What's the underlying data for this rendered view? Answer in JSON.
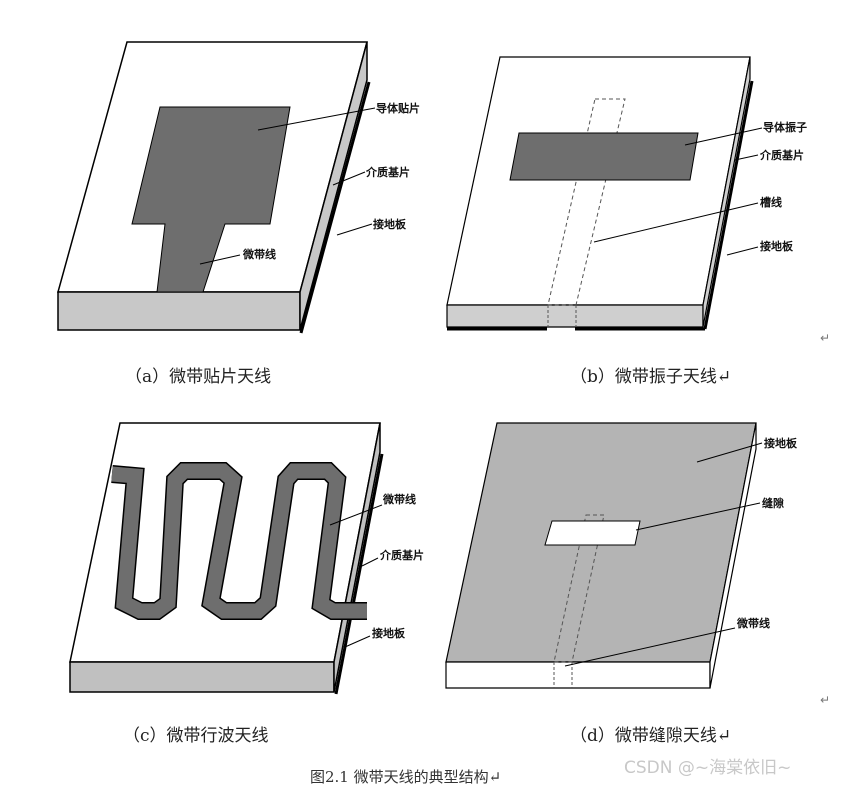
{
  "panels": {
    "a": {
      "caption": "（a）微带贴片天线",
      "labels": {
        "patch": "导体贴片",
        "substrate": "介质基片",
        "ground": "接地板",
        "feed": "微带线"
      }
    },
    "b": {
      "caption": "（b）微带振子天线↵",
      "labels": {
        "dipole": "导体振子",
        "substrate": "介质基片",
        "slot": "槽线",
        "ground": "接地板"
      }
    },
    "c": {
      "caption": "（c）微带行波天线",
      "labels": {
        "line": "微带线",
        "substrate": "介质基片",
        "ground": "接地板"
      }
    },
    "d": {
      "caption": "（d）微带缝隙天线↵",
      "labels": {
        "ground": "接地板",
        "slot": "缝隙",
        "feed": "微带线"
      }
    }
  },
  "return_mark": "↵",
  "figure_caption": "图2.1 微带天线的典型结构↵",
  "watermark": "CSDN @~海棠依旧~",
  "colors": {
    "metal": "#6e6e6e",
    "ground_top": "#b4b4b4",
    "side": "#c8c8c8",
    "edge": "#000000"
  }
}
